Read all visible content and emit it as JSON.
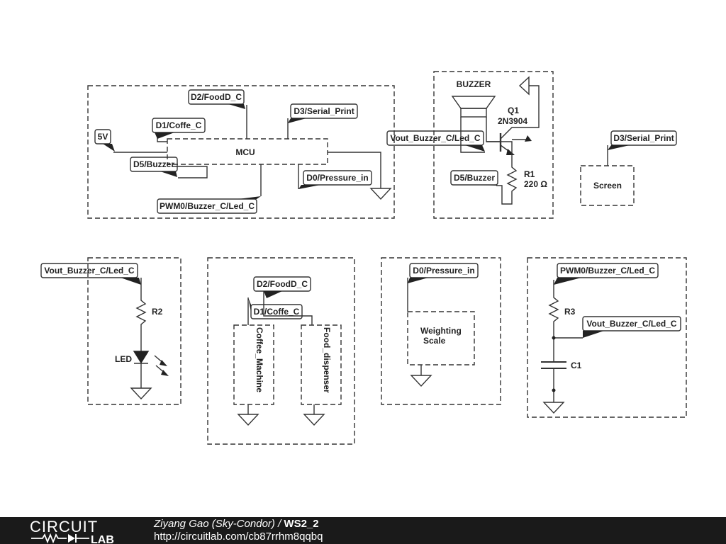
{
  "diagram": {
    "mcu_block": {
      "title": "MCU",
      "labels": {
        "v5": "5V",
        "d1": "D1/Coffe_C",
        "d2": "D2/FoodD_C",
        "d3": "D3/Serial_Print",
        "d5": "D5/Buzzer",
        "pwm0": "PWM0/Buzzer_C/Led_C",
        "d0": "D0/Pressure_in"
      }
    },
    "buzzer_block": {
      "buzzer": "BUZZER",
      "transistor_ref": "Q1",
      "transistor_part": "2N3904",
      "resistor_ref": "R1",
      "resistor_value": "220 Ω",
      "vout_label": "Vout_Buzzer_C/Led_C",
      "d5_label": "D5/Buzzer"
    },
    "screen_block": {
      "title": "Screen",
      "d3_label": "D3/Serial_Print"
    },
    "led_block": {
      "vout_label": "Vout_Buzzer_C/Led_C",
      "resistor_ref": "R2",
      "led": "LED"
    },
    "dispenser_block": {
      "d2_label": "D2/FoodD_C",
      "d1_label": "D1/Coffe_C",
      "coffee": "Coffee_Machine",
      "food": "Food_dispenser"
    },
    "scale_block": {
      "d0_label": "D0/Pressure_in",
      "title_line1": "Weighting",
      "title_line2": "Scale"
    },
    "rc_block": {
      "pwm_label": "PWM0/Buzzer_C/Led_C",
      "resistor_ref": "R3",
      "vout_label": "Vout_Buzzer_C/Led_C",
      "capacitor_ref": "C1"
    }
  },
  "footer": {
    "logo_top": "CIRCUIT",
    "logo_bottom": "LAB",
    "author": "Ziyang Gao (Sky-Condor)",
    "separator": " / ",
    "project": "WS2_2",
    "url": "http://circuitlab.com/cb87rrhm8qqbq"
  }
}
